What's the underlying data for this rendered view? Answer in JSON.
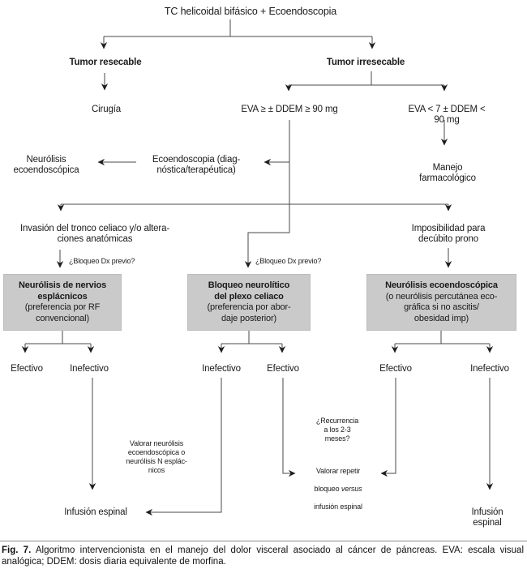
{
  "colors": {
    "box_fill": "#cacaca",
    "line": "#4a4a4a",
    "arrowhead": "#1e1e1e",
    "text": "#1a1a1a"
  },
  "root": {
    "title": "TC helicoidal bifásico + Ecoendoscopia"
  },
  "level1": {
    "left": "Tumor resecable",
    "right": "Tumor irresecable"
  },
  "level2": {
    "cirugia": "Cirugía",
    "eva_high": "EVA ≥ ± DDEM ≥ 90 mg",
    "eva_low": "EVA < 7 ± DDEM < 90 mg"
  },
  "level3": {
    "neurolisis_eco": "Neurólisis\necoendoscópica",
    "ecoendoscopia": "Ecoendoscopia (diag-\nnóstica/terapéutica)",
    "manejo_farmacologico": "Manejo farmacológico"
  },
  "level4": {
    "invasion": "Invasión del tronco celiaco y/o altera-\nciones anatómicas",
    "imposibilidad": "Imposibilidad para\ndecúbito prono",
    "bloqueo_dx_left": "¿Bloqueo Dx previo?",
    "bloqueo_dx_center": "¿Bloqueo Dx previo?"
  },
  "boxes": {
    "esplacnicos": {
      "bold": "Neurólisis de nervios\nesplácnicos",
      "normal": "(preferencia por RF\nconvencional)"
    },
    "plexo": {
      "bold": "Bloqueo neurolítico\ndel plexo celiaco",
      "normal": "(preferencia por abor-\ndaje posterior)"
    },
    "ecoendoscopica": {
      "bold": "Neurólisis ecoendoscópica",
      "normal": "(o neurólisis percutánea eco-\ngráfica si no ascitis/\nobesidad imp)"
    }
  },
  "outcomes": {
    "box1_left": "Efectivo",
    "box1_right": "Inefectivo",
    "box2_left": "Inefectivo",
    "box2_right": "Efectivo",
    "box3_left": "Efectivo",
    "box3_right": "Inefectivo"
  },
  "annotations": {
    "valorar_neurolisis": "Valorar neurólisis\necoendoscópica o\nneurólisis N esplác-\nnicos",
    "recurrencia": "¿Recurrencia\na los 2-3\nmeses?",
    "valorar_repetir": {
      "line1": "Valorar repetir",
      "line2_pre": "bloqueo ",
      "line2_italic": "versus",
      "line3": "infusión espinal"
    }
  },
  "terminals": {
    "infusion_left": "Infusión espinal",
    "infusion_right": "Infusión espinal"
  },
  "caption": {
    "fig_label": "Fig. 7.",
    "text": "Algoritmo intervencionista en el manejo del dolor visceral asociado al cáncer de páncreas. EVA: escala visual analógica; DDEM: dosis diaria equivalente de morfina."
  }
}
